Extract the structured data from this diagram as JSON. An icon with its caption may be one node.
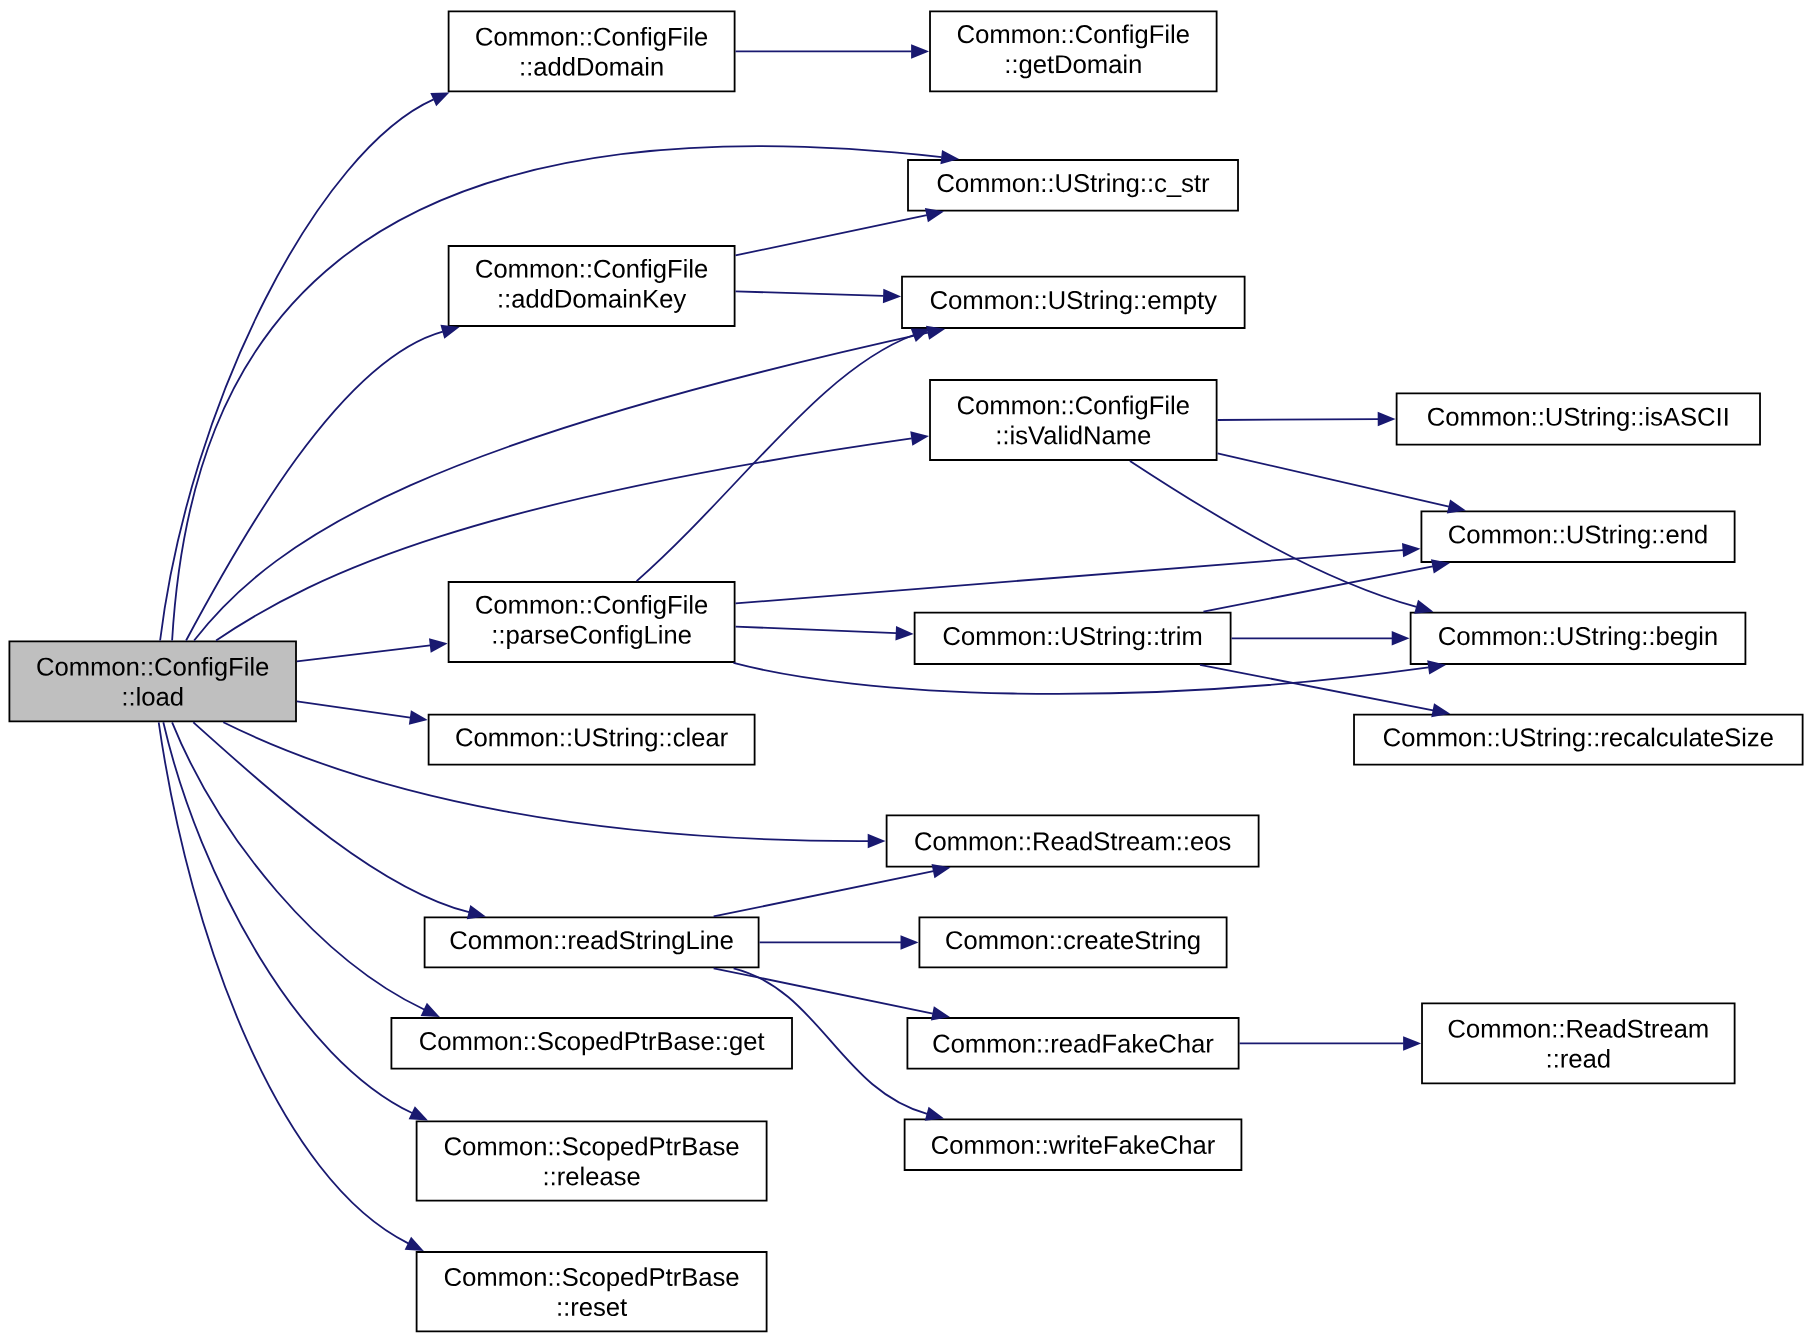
{
  "diagram": {
    "nodes": [
      {
        "text": [
          "Common::ConfigFile ::load"
        ]
      },
      {
        "text": [
          "Common::ConfigFile ::addDomain"
        ]
      },
      {
        "text": [
          "Common::ConfigFile ::getDomain"
        ]
      },
      {
        "text": [
          "Common::UString::c_str"
        ]
      },
      {
        "text": [
          "Common::ConfigFile ::addDomainKey"
        ]
      },
      {
        "text": [
          "Common::UString::empty"
        ]
      },
      {
        "text": [
          "Common::ConfigFile ::isValidName"
        ]
      },
      {
        "text": [
          "Common::UString::isASCII"
        ]
      },
      {
        "text": [
          "Common::UString::end"
        ]
      },
      {
        "text": [
          "Common::ConfigFile ::parseConfigLine"
        ]
      },
      {
        "text": [
          "Common::UString::trim"
        ]
      },
      {
        "text": [
          "Common::UString::begin"
        ]
      },
      {
        "text": [
          "Common::UString::clear"
        ]
      },
      {
        "text": [
          "Common::UString::recalculateSize"
        ]
      },
      {
        "text": [
          "Common::ReadStream::eos"
        ]
      },
      {
        "text": [
          "Common::readStringLine"
        ]
      },
      {
        "text": [
          "Common::createString"
        ]
      },
      {
        "text": [
          "Common::ScopedPtrBase::get"
        ]
      },
      {
        "text": [
          "Common::readFakeChar"
        ]
      },
      {
        "text": [
          "Common::ReadStream ::read"
        ]
      },
      {
        "text": [
          "Common::ScopedPtrBase ::release"
        ]
      },
      {
        "text": [
          "Common::writeFakeChar"
        ]
      },
      {
        "text": [
          "Common::ScopedPtrBase ::reset"
        ]
      }
    ],
    "edges": [
      {
        "from": 0,
        "to": 1,
        "arrow": "to"
      },
      {
        "from": 0,
        "to": 3,
        "arrow": "to"
      },
      {
        "from": 0,
        "to": 4,
        "arrow": "to"
      },
      {
        "from": 0,
        "to": 5,
        "arrow": "to"
      },
      {
        "from": 0,
        "to": 6,
        "arrow": "to"
      },
      {
        "from": 0,
        "to": 9,
        "arrow": "to"
      },
      {
        "from": 0,
        "to": 12,
        "arrow": "to"
      },
      {
        "from": 0,
        "to": 14,
        "arrow": "to"
      },
      {
        "from": 0,
        "to": 15,
        "arrow": "to"
      },
      {
        "from": 0,
        "to": 17,
        "arrow": "to"
      },
      {
        "from": 0,
        "to": 20,
        "arrow": "to"
      },
      {
        "from": 0,
        "to": 22,
        "arrow": "to"
      },
      {
        "from": 1,
        "to": 2,
        "arrow": "to"
      },
      {
        "from": 4,
        "to": 3,
        "arrow": "to"
      },
      {
        "from": 4,
        "to": 5,
        "arrow": "to"
      },
      {
        "from": 9,
        "to": 5,
        "arrow": "to"
      },
      {
        "from": 9,
        "to": 8,
        "arrow": "to"
      },
      {
        "from": 9,
        "to": 10,
        "arrow": "to"
      },
      {
        "from": 9,
        "to": 11,
        "arrow": "to"
      },
      {
        "from": 6,
        "to": 7,
        "arrow": "to"
      },
      {
        "from": 6,
        "to": 8,
        "arrow": "to"
      },
      {
        "from": 6,
        "to": 11,
        "arrow": "to"
      },
      {
        "from": 10,
        "to": 8,
        "arrow": "to"
      },
      {
        "from": 10,
        "to": 11,
        "arrow": "to"
      },
      {
        "from": 10,
        "to": 13,
        "arrow": "to"
      },
      {
        "from": 15,
        "to": 14,
        "arrow": "to"
      },
      {
        "from": 15,
        "to": 16,
        "arrow": "to"
      },
      {
        "from": 15,
        "to": 18,
        "arrow": "to"
      },
      {
        "from": 15,
        "to": 21,
        "arrow": "to"
      },
      {
        "from": 18,
        "to": 19,
        "arrow": "to"
      }
    ]
  }
}
